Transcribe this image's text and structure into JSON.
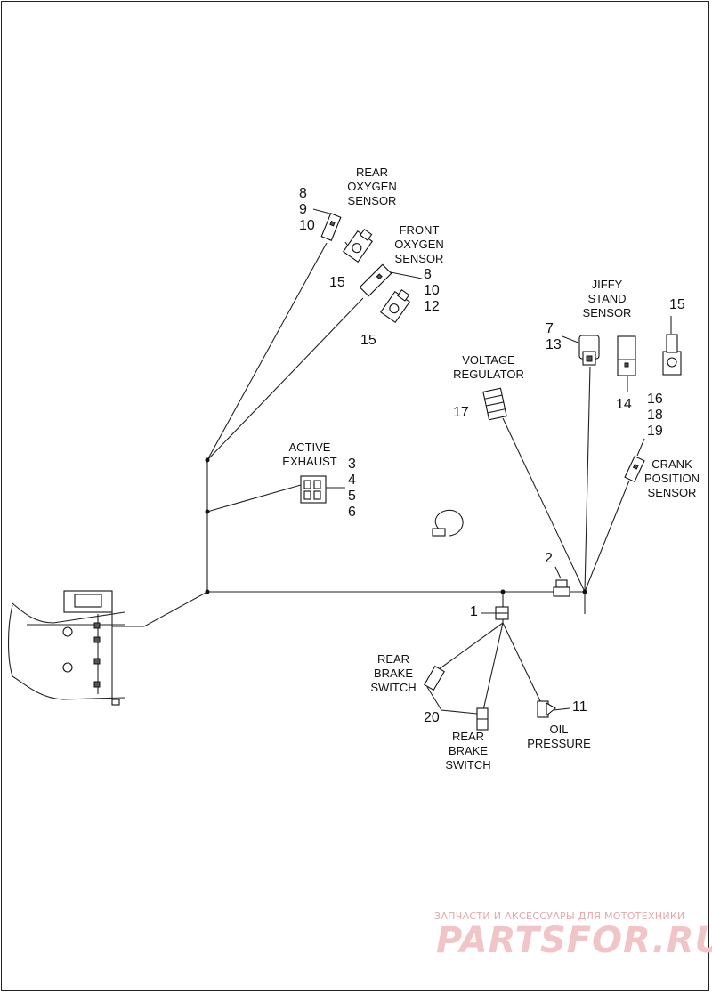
{
  "labels": {
    "rear_oxygen_sensor": "REAR\nOXYGEN\nSENSOR",
    "front_oxygen_sensor": "FRONT\nOXYGEN\nSENSOR",
    "jiffy_stand_sensor": "JIFFY\nSTAND\nSENSOR",
    "voltage_regulator": "VOLTAGE\nREGULATOR",
    "active_exhaust": "ACTIVE\nEXHAUST",
    "crank_position_sensor": "CRANK\nPOSITION\nSENSOR",
    "rear_brake_switch_1": "REAR\nBRAKE\nSWITCH",
    "rear_brake_switch_2": "REAR\nBRAKE\nSWITCH",
    "oil_pressure": "OIL\nPRESSURE"
  },
  "callouts": {
    "rear_oxygen": "8\n9\n10",
    "rear_oxygen_15": "15",
    "front_oxygen": "8\n10\n12",
    "front_oxygen_15": "15",
    "jiffy": "7\n13",
    "item_15_right": "15",
    "item_14": "14",
    "item_17": "17",
    "crank": "16\n18\n19",
    "active_exhaust": "3\n4\n5\n6",
    "item_2": "2",
    "item_1": "1",
    "item_20": "20",
    "item_11": "11"
  },
  "watermark": {
    "tagline": "ЗАПЧАСТИ И АКСЕССУАРЫ ДЛЯ МОТОТЕХНИКИ",
    "logo": "PARTSFOR.RU"
  }
}
